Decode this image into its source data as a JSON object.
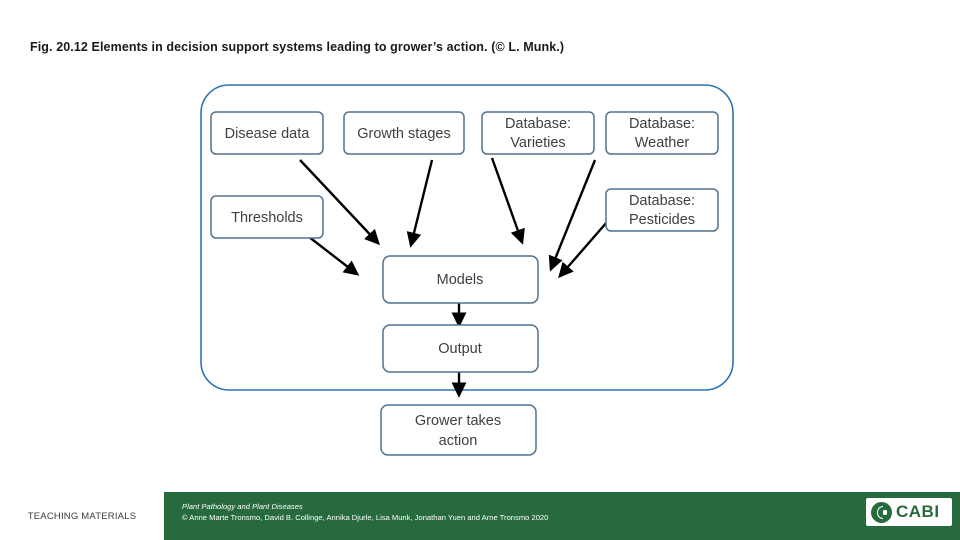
{
  "slide": {
    "title": "Fig. 20.12 Elements in decision support systems leading to grower’s action. (© L. Munk.)"
  },
  "diagram": {
    "container_label": "decision-support-system-boundary",
    "nodes": [
      {
        "id": "disease-data",
        "label": "Disease data"
      },
      {
        "id": "growth-stages",
        "label": "Growth stages"
      },
      {
        "id": "database-varieties",
        "label": "Database:\nVarieties",
        "line1": "Database:",
        "line2": "Varieties"
      },
      {
        "id": "database-weather",
        "label": "Database:\nWeather",
        "line1": "Database:",
        "line2": "Weather"
      },
      {
        "id": "thresholds",
        "label": "Thresholds"
      },
      {
        "id": "database-pesticides",
        "label": "Database:\nPesticides",
        "line1": "Database:",
        "line2": "Pesticides"
      },
      {
        "id": "models",
        "label": "Models"
      },
      {
        "id": "output",
        "label": "Output"
      },
      {
        "id": "grower-takes-action",
        "label": "Grower takes\naction",
        "line1": "Grower takes",
        "line2": "action"
      }
    ],
    "edges": [
      {
        "from": "disease-data",
        "to": "models"
      },
      {
        "from": "thresholds",
        "to": "models"
      },
      {
        "from": "growth-stages",
        "to": "models"
      },
      {
        "from": "database-varieties",
        "to": "models"
      },
      {
        "from": "database-weather",
        "to": "models"
      },
      {
        "from": "database-pesticides",
        "to": "models"
      },
      {
        "from": "models",
        "to": "output"
      },
      {
        "from": "output",
        "to": "grower-takes-action"
      }
    ],
    "colors": {
      "box_border": "#51728f",
      "box_fill": "#ffffff",
      "container_border": "#2e74b5",
      "arrow": "#000000",
      "label_text": "#3f3f3f"
    }
  },
  "footer": {
    "teaching_materials": "TEACHING MATERIALS",
    "credit_line_1": "Plant Pathology and Plant Diseases",
    "credit_line_2": "© Anne Marte Tronsmo, David B. Collinge, Annika Djurle, Lisa Munk, Jonathan Yuen and Arne Tronsmo 2020",
    "logo_text": "CABI",
    "bar_color": "#276a3e"
  }
}
